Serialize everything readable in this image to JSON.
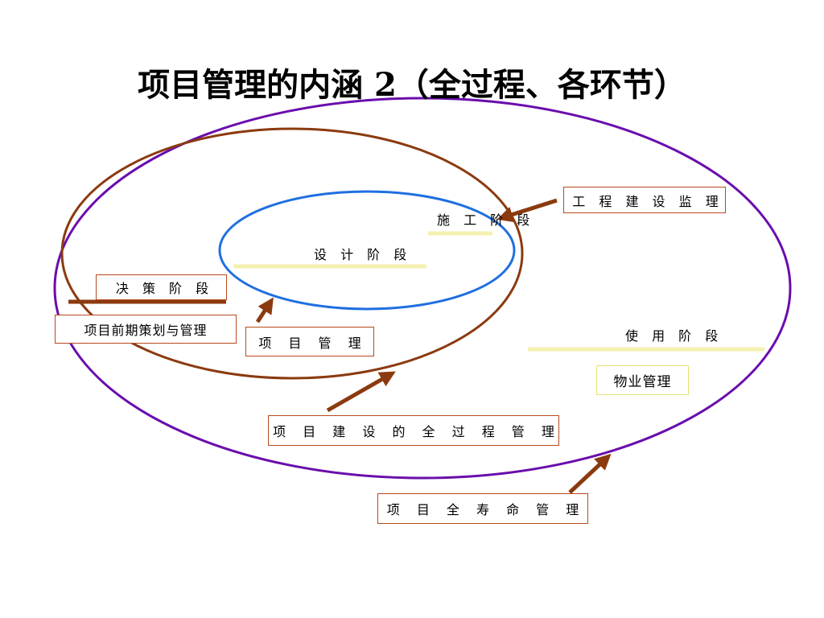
{
  "title": "项目管理的内涵  2（全过程、各环节）",
  "stages": {
    "decision": "决 策 阶 段",
    "design": "设 计 阶 段",
    "construction": "施 工 阶 段",
    "use": "使 用 阶 段"
  },
  "boxes": {
    "early_planning": "项目前期策划与管理",
    "project_management": "项 目 管 理",
    "engineering_supervision": "工 程 建 设 监 理",
    "property_management": "物业管理",
    "whole_process": "项 目 建 设 的 全 过 程 管 理",
    "life_cycle": "项 目 全 寿 命 管 理"
  },
  "colors": {
    "outer_ellipse": "#6a0dad",
    "middle_ellipse": "#8b3a0f",
    "inner_ellipse": "#1f6fe0",
    "arrow": "#8b3a0f",
    "box_border": "#b84a1e",
    "highlight_line": "#f4f1b0"
  }
}
